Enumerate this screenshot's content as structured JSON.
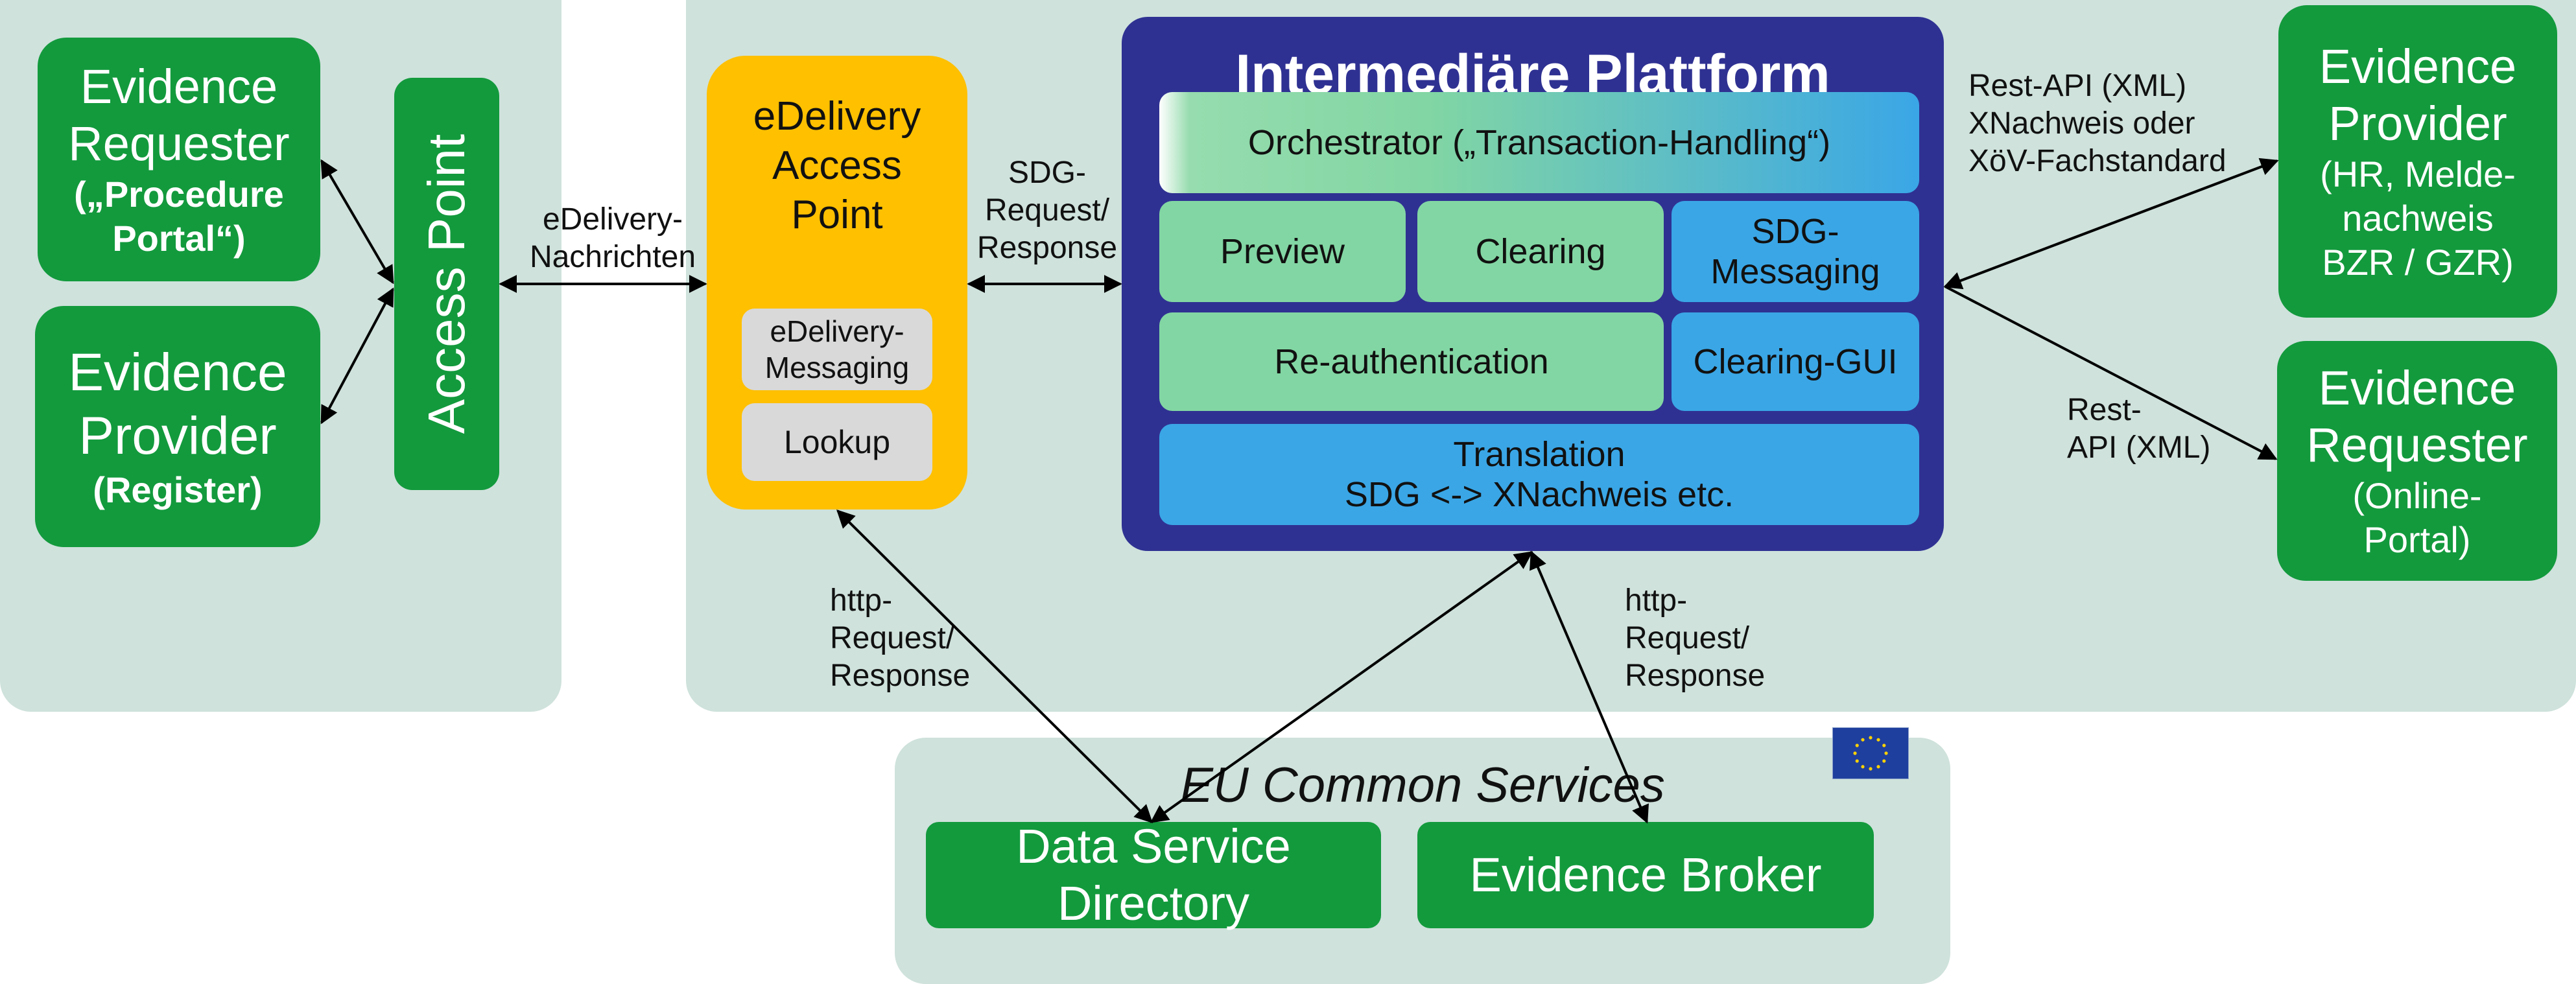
{
  "left_panel": {
    "evidence_requester": {
      "title": "Evidence\nRequester",
      "subtitle": "(„Procedure\nPortal“)"
    },
    "evidence_provider": {
      "title": "Evidence\nProvider",
      "subtitle": "(Register)"
    },
    "access_point": "Access Point"
  },
  "edelivery_label": "eDelivery-\nNachrichten",
  "edelivery_ap": {
    "title": "eDelivery\nAccess\nPoint",
    "messaging": "eDelivery-\nMessaging",
    "lookup": "Lookup"
  },
  "sdg_label": "SDG-\nRequest/\nResponse",
  "platform": {
    "title": "Intermediäre Plattform",
    "orchestrator": "Orchestrator („Transaction-Handling“)",
    "preview": "Preview",
    "clearing": "Clearing",
    "sdg_messaging": "SDG-\nMessaging",
    "reauth": "Re-authentication",
    "clearing_gui": "Clearing-GUI",
    "translation": "Translation\nSDG <-> XNachweis etc."
  },
  "rest_label_top": "Rest-API (XML)\nXNachweis oder\nXöV-Fachstandard",
  "rest_label_bottom": "Rest-\nAPI (XML)",
  "right_provider": {
    "title": "Evidence\nProvider",
    "subtitle": "(HR, Melde-\nnachweis\nBZR / GZR)"
  },
  "right_requester": {
    "title": "Evidence\nRequester",
    "subtitle": "(Online-\nPortal)"
  },
  "http_label_left": "http-\nRequest/\nResponse",
  "http_label_right": "http-\nRequest/\nResponse",
  "eu_services": {
    "title": "EU Common Services",
    "data_service_directory": "Data Service\nDirectory",
    "evidence_broker": "Evidence Broker"
  },
  "eu_flag_color": "#1f3f9e"
}
